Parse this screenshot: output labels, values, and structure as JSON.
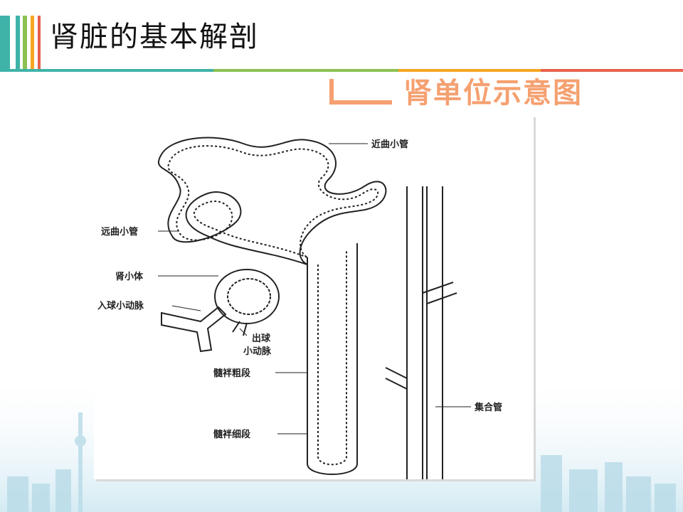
{
  "slide": {
    "title": "肾脏的基本解剖",
    "subtitle": "肾单位示意图"
  },
  "diagram": {
    "labels": {
      "proximal_top": "近曲小管",
      "proximal_left": "远曲小管",
      "renal_corpuscle": "肾小体",
      "afferent": "入球小动脉",
      "efferent_line1": "出球",
      "efferent_line2": "小动脉",
      "thick_segment": "髓袢粗段",
      "thin_segment": "髓袢细段",
      "collecting_duct": "集合管"
    }
  },
  "colors": {
    "bar_teal": "#3fb3a8",
    "bar_green": "#8cc152",
    "bar_orange": "#f6a623",
    "bar_red": "#e8604c",
    "accent": "#f5a070",
    "line_gray": "#9e9e9e"
  }
}
